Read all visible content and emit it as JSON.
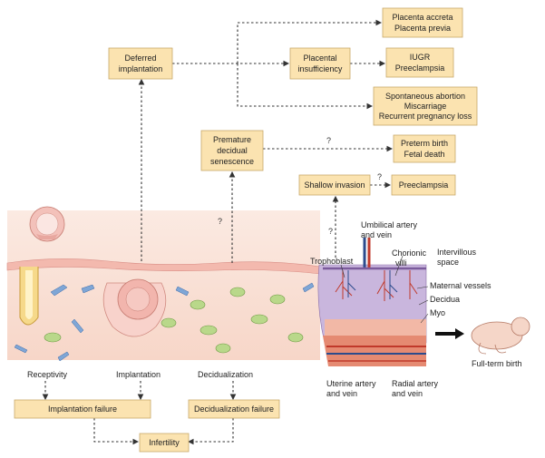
{
  "boxes": {
    "deferred_implantation": [
      "Deferred",
      "implantation"
    ],
    "placenta_accreta": [
      "Placenta accreta",
      "Placenta previa"
    ],
    "placental_insufficiency": [
      "Placental",
      "insufficiency"
    ],
    "iugr": [
      "IUGR",
      "Preeclampsia"
    ],
    "spontaneous_abortion": [
      "Spontaneous abortion",
      "Miscarriage",
      "Recurrent pregnancy loss"
    ],
    "premature_decidual": [
      "Premature",
      "decidual",
      "senescence"
    ],
    "preterm_birth": [
      "Preterm birth",
      "Fetal death"
    ],
    "shallow_invasion": [
      "Shallow invasion"
    ],
    "preeclampsia": [
      "Preeclampsia"
    ],
    "implantation_failure": [
      "Implantation failure"
    ],
    "decidualization_failure": [
      "Decidualization failure"
    ],
    "infertility": [
      "Infertility"
    ]
  },
  "question_marks": [
    "?",
    "?",
    "?",
    "?"
  ],
  "stage_labels": {
    "receptivity": "Receptivity",
    "implantation": "Implantation",
    "decidualization": "Decidualization"
  },
  "placenta_labels": {
    "umbilical": [
      "Umbilical artery",
      "and vein"
    ],
    "trophoblast": "Trophoblast",
    "chorionic": [
      "Chorionic",
      "villi"
    ],
    "intervillous": [
      "Intervillous",
      "space"
    ],
    "maternal_vessels": "Maternal vessels",
    "decidua": "Decidua",
    "myo": "Myo",
    "uterine": [
      "Uterine artery",
      "and vein"
    ],
    "radial": [
      "Radial artery",
      "and vein"
    ],
    "full_term": "Full-term birth"
  },
  "colors": {
    "box_fill": "#fbe3b0",
    "tissue_pink": "#f4c9c0",
    "embryo_pink": "#f2b5ad",
    "gland_yellow": "#f6d98a",
    "decidual_green": "#b9d88a",
    "endothelial_blue": "#7fa6d6",
    "placenta_purple": "#b5a2cc"
  }
}
